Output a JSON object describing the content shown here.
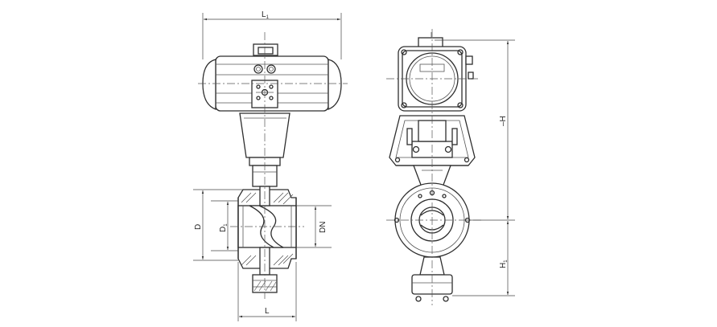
{
  "dimensions": {
    "L1": {
      "main": "L",
      "sub": "1"
    },
    "H": "H",
    "D": "D",
    "D1": {
      "main": "D",
      "sub": "1"
    },
    "DN": "DN",
    "L": "L",
    "H1": {
      "main": "H",
      "sub": "1"
    }
  },
  "colors": {
    "line": "#2e2e2e",
    "background": "#ffffff"
  }
}
